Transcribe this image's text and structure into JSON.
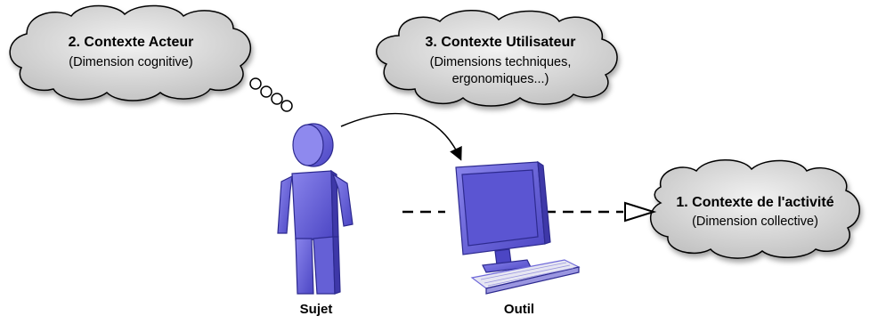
{
  "clouds": {
    "acteur": {
      "title": "2. Contexte Acteur",
      "subtitle": "(Dimension cognitive)"
    },
    "utilisateur": {
      "title": "3. Contexte Utilisateur",
      "subtitle_line1": "(Dimensions techniques,",
      "subtitle_line2": "ergonomiques...)"
    },
    "activite": {
      "title": "1. Contexte de l'activité",
      "subtitle": "(Dimension collective)"
    }
  },
  "labels": {
    "sujet": "Sujet",
    "outil": "Outil"
  },
  "colors": {
    "cloud_fill": "#dcdcdc",
    "figure_fill": "#6f69d9",
    "figure_stroke": "#2d2a8f",
    "line": "#000000"
  }
}
